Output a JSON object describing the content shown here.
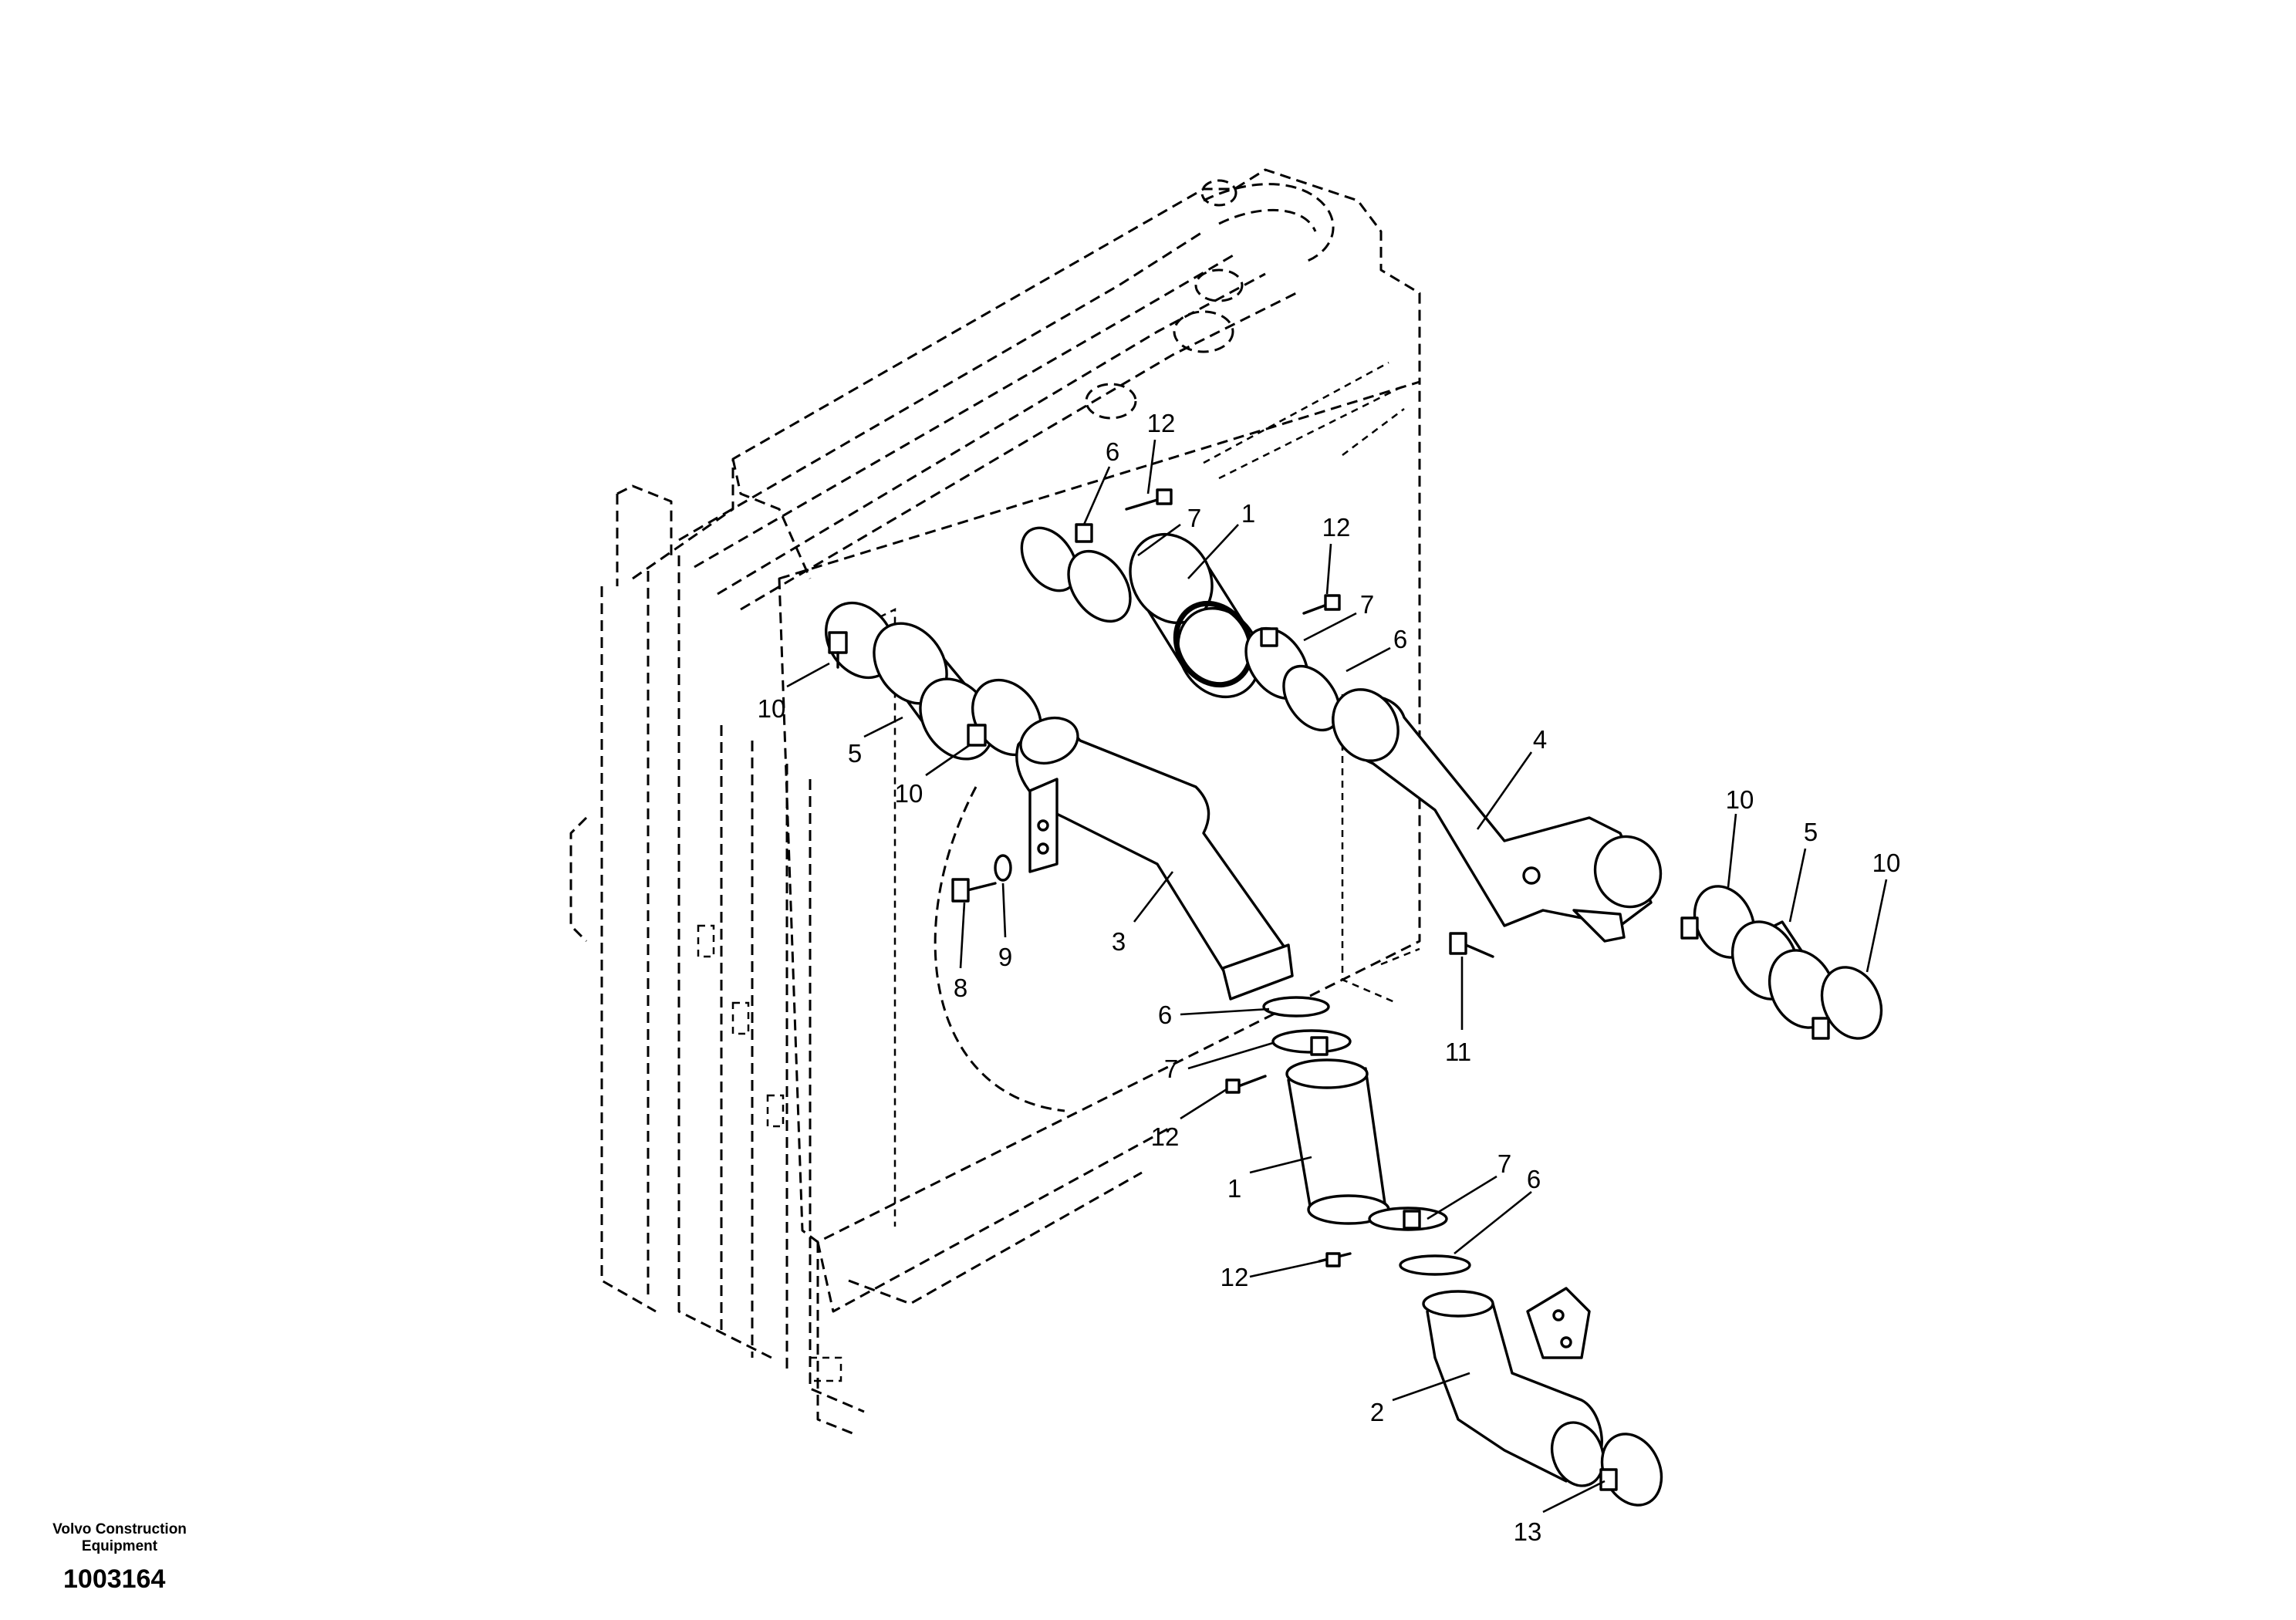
{
  "footer": {
    "brand": "Volvo Construction\nEquipment",
    "drawing_id": "1003164"
  },
  "callouts": [
    {
      "id": "c6a",
      "text": "6"
    },
    {
      "id": "c12a",
      "text": "12"
    },
    {
      "id": "c7a",
      "text": "7"
    },
    {
      "id": "c1a",
      "text": "1"
    },
    {
      "id": "c12b",
      "text": "12"
    },
    {
      "id": "c7b",
      "text": "7"
    },
    {
      "id": "c6b",
      "text": "6"
    },
    {
      "id": "c10a",
      "text": "10"
    },
    {
      "id": "c5a",
      "text": "5"
    },
    {
      "id": "c10b",
      "text": "10"
    },
    {
      "id": "c4",
      "text": "4"
    },
    {
      "id": "c10c",
      "text": "10"
    },
    {
      "id": "c5b",
      "text": "5"
    },
    {
      "id": "c10d",
      "text": "10"
    },
    {
      "id": "c3",
      "text": "3"
    },
    {
      "id": "c8",
      "text": "8"
    },
    {
      "id": "c9",
      "text": "9"
    },
    {
      "id": "c11",
      "text": "11"
    },
    {
      "id": "c6c",
      "text": "6"
    },
    {
      "id": "c7c",
      "text": "7"
    },
    {
      "id": "c12c",
      "text": "12"
    },
    {
      "id": "c1b",
      "text": "1"
    },
    {
      "id": "c7d",
      "text": "7"
    },
    {
      "id": "c6d",
      "text": "6"
    },
    {
      "id": "c12d",
      "text": "12"
    },
    {
      "id": "c2",
      "text": "2"
    },
    {
      "id": "c13",
      "text": "13"
    }
  ]
}
